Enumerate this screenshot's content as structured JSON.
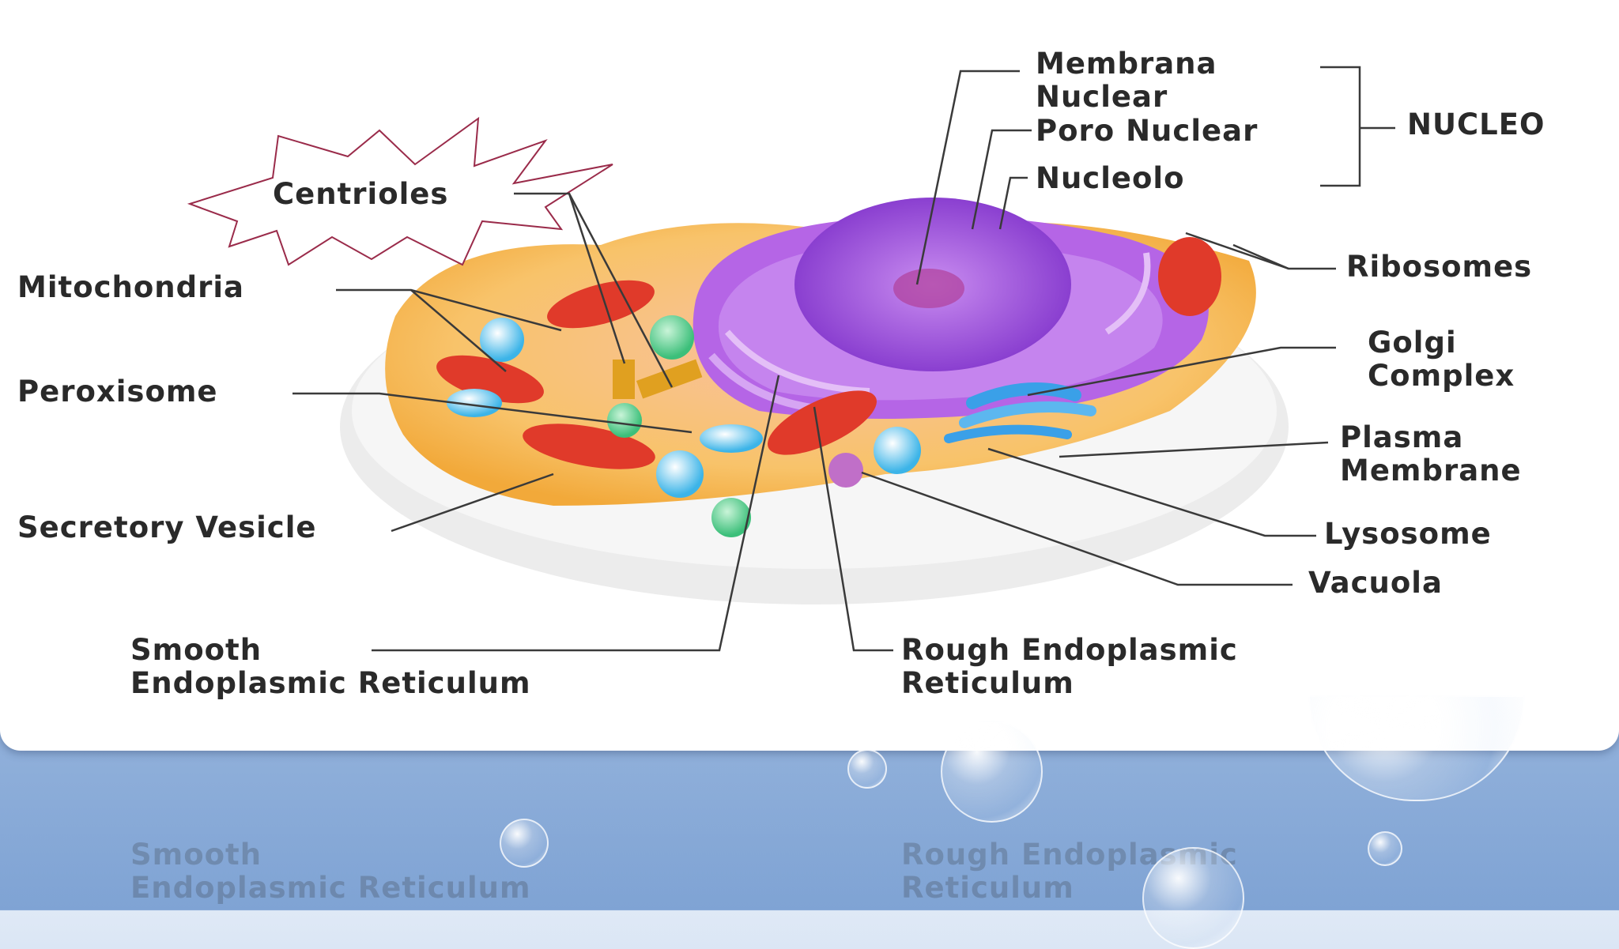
{
  "labels": {
    "centrioles": "Centrioles",
    "mitochondria": "Mitochondria",
    "peroxisome": "Peroxisome",
    "secretory_vesicle": "Secretory Vesicle",
    "smooth_er_line1": "Smooth",
    "smooth_er_line2": "Endoplasmic Reticulum",
    "membrana_nuclear_line1": "Membrana",
    "membrana_nuclear_line2": "Nuclear",
    "poro_nuclear": "Poro Nuclear",
    "nucleolo": "Nucleolo",
    "nucleo": "NUCLEO",
    "ribosomes": "Ribosomes",
    "golgi_line1": "Golgi",
    "golgi_line2": "Complex",
    "plasma_line1": "Plasma",
    "plasma_line2": "Membrane",
    "lysosome": "Lysosome",
    "vacuola": "Vacuola",
    "rough_er_line1": "Rough Endoplasmic",
    "rough_er_line2": "Reticulum"
  },
  "colors": {
    "slide_bg": "#ffffff",
    "nucleus": "#9b4fd6",
    "cytoplasm": "#f7c46a",
    "mitochondria": "#e03a2a",
    "golgi": "#3aa0e8",
    "highlight_star_stroke": "#9a2b4a"
  }
}
